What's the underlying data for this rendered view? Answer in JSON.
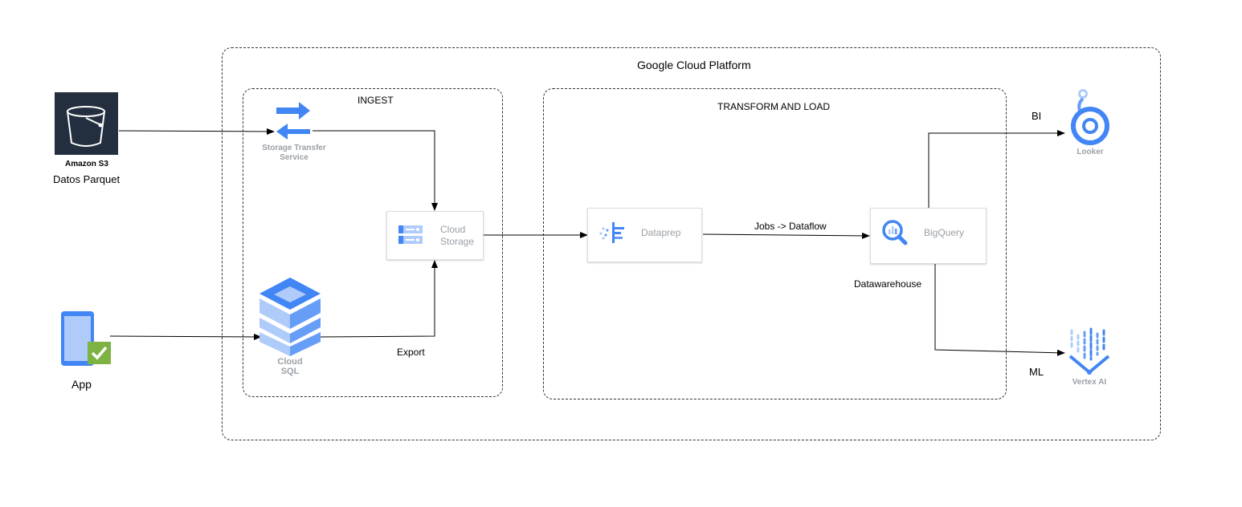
{
  "gcp": {
    "title": "Google Cloud Platform"
  },
  "ingest": {
    "title": "INGEST"
  },
  "transform": {
    "title": "TRANSFORM AND LOAD"
  },
  "sources": {
    "s3": {
      "service": "Amazon S3",
      "label": "Datos Parquet"
    },
    "app": {
      "label": "App"
    }
  },
  "services": {
    "storage_transfer": {
      "line1": "Storage Transfer",
      "line2": "Service"
    },
    "cloud_sql": {
      "line1": "Cloud",
      "line2": "SQL"
    },
    "cloud_storage": {
      "line1": "Cloud",
      "line2": "Storage"
    },
    "dataprep": {
      "label": "Dataprep"
    },
    "bigquery": {
      "label": "BigQuery"
    },
    "looker": {
      "label": "Looker"
    },
    "vertex": {
      "label": "Vertex AI"
    }
  },
  "edges": {
    "export": "Export",
    "jobs": "Jobs -> Dataflow",
    "datawarehouse": "Datawarehouse",
    "bi": "BI",
    "ml": "ML"
  },
  "colors": {
    "google_blue": "#4285f4",
    "google_blue_light": "#aecbfa",
    "aws_dark": "#232f3e",
    "check_green": "#7cb342",
    "label_gray": "#9aa0a6"
  }
}
